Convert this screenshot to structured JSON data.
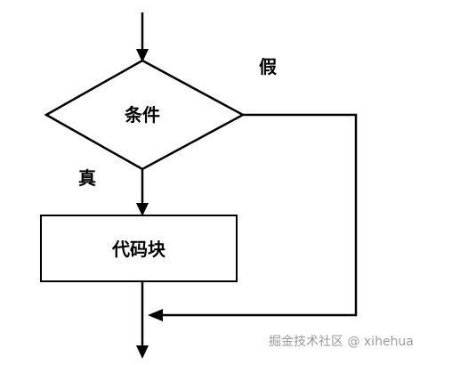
{
  "diagram": {
    "condition_label": "条件",
    "true_label": "真",
    "false_label": "假",
    "block_label": "代码块"
  },
  "watermark": {
    "text": "掘金技术社区 @ xihehua"
  },
  "colors": {
    "stroke": "#000000",
    "watermark": "#9a9a9a",
    "background": "#ffffff"
  }
}
